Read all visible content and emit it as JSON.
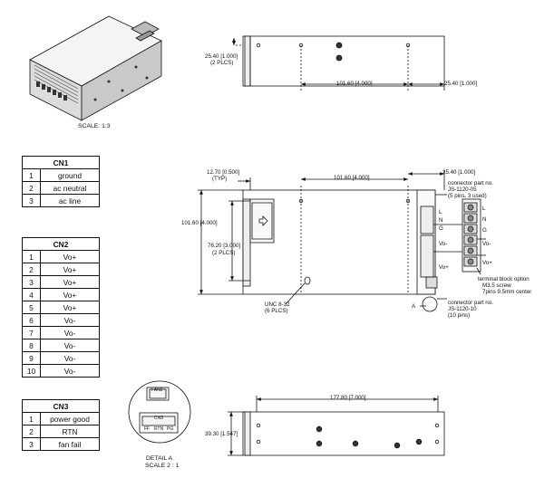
{
  "iso_view": {
    "scale_label": "SCALE: 1:3"
  },
  "top_view": {
    "dim_height": "25.40 [1.000]",
    "dim_height_note": "(2 PLCS)",
    "dim_span": "101.60 [4.000]",
    "dim_right": "25.40 [1.000]"
  },
  "side_view": {
    "dim_typ": "12.70 [0.500]",
    "dim_typ_note": "(TYP)",
    "dim_width": "101.60 [4.000]",
    "dim_right": "25.40 [1.000]",
    "dim_overall": "101.60 [4.000]",
    "dim_mount": "76.20 [3.000]",
    "dim_mount_note": "(2 PLCS)",
    "thread_label": "UNC 8-32",
    "thread_note": "(6 PLCS)",
    "detail_callout": "A",
    "conn_top_label": "connector part no.",
    "conn_top_part": "JS-1120-05",
    "conn_top_note": "(5 pins, 3 used)",
    "conn_bottom_label": "connector part no.",
    "conn_bottom_part": "JS-1120-10",
    "conn_bottom_note": "(10 pins)",
    "terminal_title": "terminal block option",
    "terminal_screw": "M3.5 screw",
    "terminal_pins": "7pins 9.5mm center",
    "pin_labels": [
      "L",
      "N",
      "G",
      "Vo-",
      "Vo+"
    ]
  },
  "front_view": {
    "dim_length": "177.80 [7.000]",
    "dim_height": "39.30 [1.547]"
  },
  "detail_a": {
    "fan_label": "FAN2",
    "cn_label": "CN3",
    "pin_labels": [
      "FF",
      "RTN",
      "PG"
    ],
    "title": "DETAIL A",
    "scale": "SCALE 2 : 1"
  },
  "tables": {
    "cn1": {
      "title": "CN1",
      "rows": [
        [
          "1",
          "ground"
        ],
        [
          "2",
          "ac neutral"
        ],
        [
          "3",
          "ac line"
        ]
      ]
    },
    "cn2": {
      "title": "CN2",
      "rows": [
        [
          "1",
          "Vo+"
        ],
        [
          "2",
          "Vo+"
        ],
        [
          "3",
          "Vo+"
        ],
        [
          "4",
          "Vo+"
        ],
        [
          "5",
          "Vo+"
        ],
        [
          "6",
          "Vo-"
        ],
        [
          "7",
          "Vo-"
        ],
        [
          "8",
          "Vo-"
        ],
        [
          "9",
          "Vo-"
        ],
        [
          "10",
          "Vo-"
        ]
      ]
    },
    "cn3": {
      "title": "CN3",
      "rows": [
        [
          "1",
          "power good"
        ],
        [
          "2",
          "RTN"
        ],
        [
          "3",
          "fan fail"
        ]
      ]
    }
  }
}
